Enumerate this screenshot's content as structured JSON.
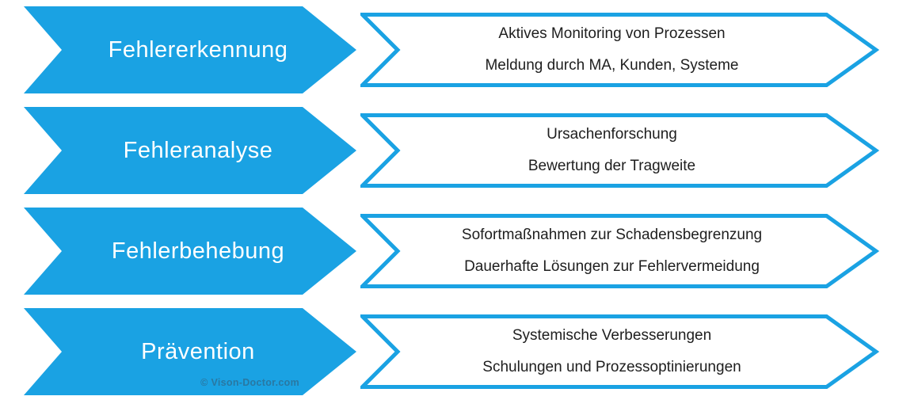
{
  "colors": {
    "accent": "#1AA2E3",
    "detail_text": "#1E1E1E",
    "stage_text": "#FFFFFF",
    "background": "#FFFFFF"
  },
  "watermark": "© Vison-Doctor.com",
  "rows": [
    {
      "stage": "Fehlererkennung",
      "details": [
        "Aktives Monitoring von Prozessen",
        "Meldung durch MA, Kunden, Systeme"
      ]
    },
    {
      "stage": "Fehleranalyse",
      "details": [
        "Ursachenforschung",
        "Bewertung der Tragweite"
      ]
    },
    {
      "stage": "Fehlerbehebung",
      "details": [
        "Sofortmaßnahmen zur Schadensbegrenzung",
        "Dauerhafte Lösungen zur Fehlervermeidung"
      ]
    },
    {
      "stage": "Prävention",
      "details": [
        "Systemische Verbesserungen",
        "Schulungen und Prozessoptinierungen"
      ]
    }
  ]
}
